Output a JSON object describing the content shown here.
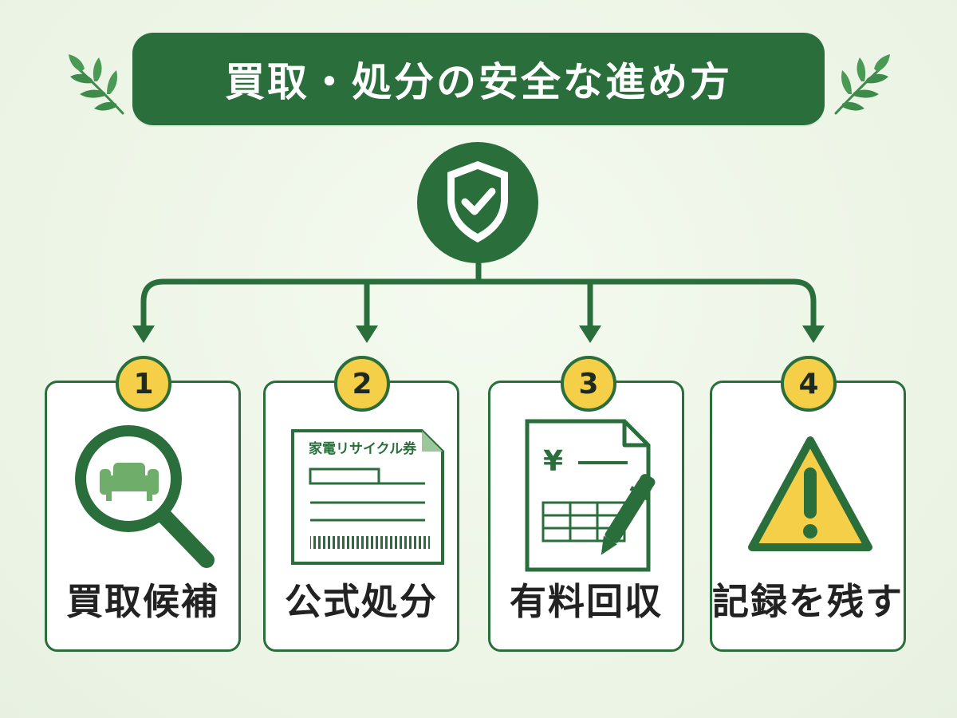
{
  "title": "買取・処分の安全な進め方",
  "colors": {
    "primary_green": "#2a6e3c",
    "light_green": "#6fae6a",
    "badge_yellow": "#f5cf47",
    "background": "#eef6e8"
  },
  "center_icon": "shield-check-icon",
  "steps": [
    {
      "number": "1",
      "label": "買取候補",
      "icon": "magnifier-armchair-icon"
    },
    {
      "number": "2",
      "label": "公式処分",
      "icon": "recycle-ticket-icon",
      "ticket_text": "家電リサイクル券"
    },
    {
      "number": "3",
      "label": "有料回収",
      "icon": "invoice-pen-icon",
      "currency_symbol": "¥"
    },
    {
      "number": "4",
      "label": "記録を残す",
      "icon": "warning-icon"
    }
  ]
}
